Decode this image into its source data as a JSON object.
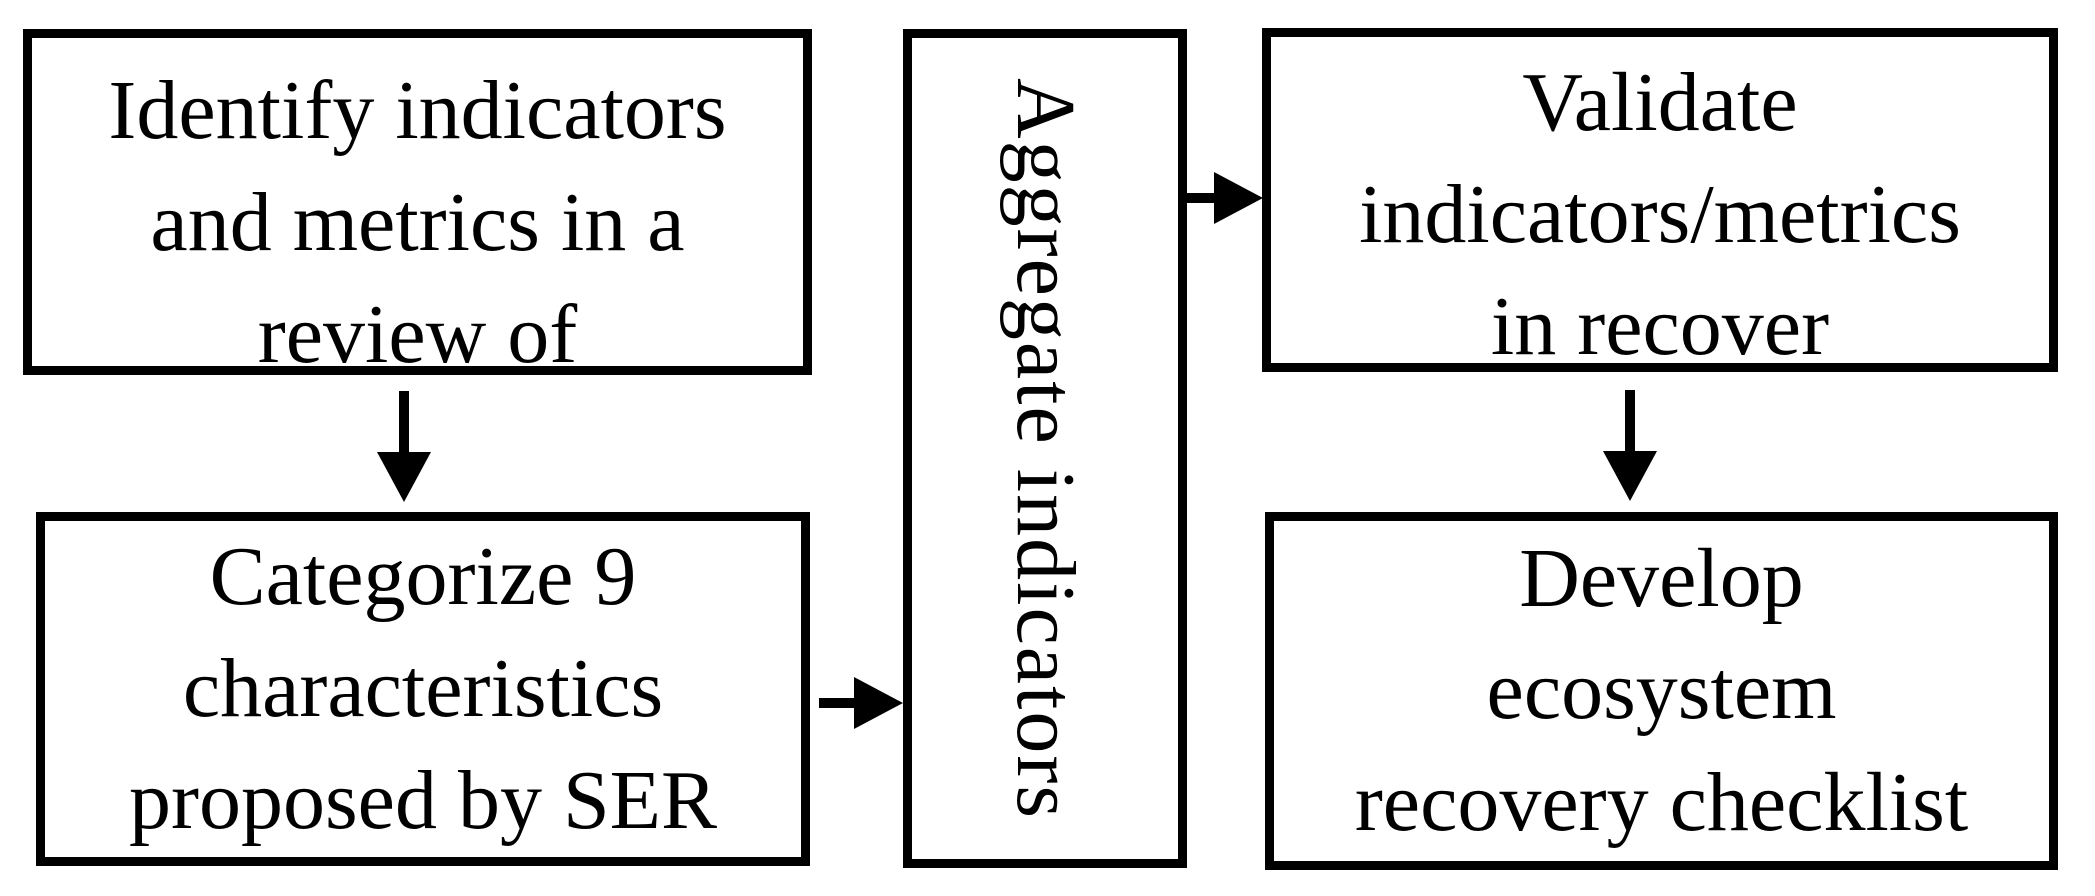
{
  "diagram": {
    "type": "flowchart",
    "background_color": "#ffffff",
    "line_color": "#000000",
    "text_color": "#000000",
    "boxes": [
      {
        "id": "identify",
        "text": "Identify indicators and metrics in a review of",
        "lines": [
          "Identify indicators",
          "and metrics in a",
          "review of"
        ],
        "note": "third line clipped by box bottom edge"
      },
      {
        "id": "categorize",
        "text": "Categorize 9 characteristics proposed by SER",
        "lines": [
          "Categorize 9",
          "characteristics",
          "proposed by SER"
        ]
      },
      {
        "id": "aggregate",
        "text": "Aggregate indicators",
        "lines": [
          "Aggregate indicators"
        ],
        "orientation": "rotated-90-clockwise"
      },
      {
        "id": "validate",
        "text": "Validate indicators/metrics in recover",
        "lines": [
          "Validate",
          "indicators/metrics",
          "in recover"
        ],
        "note": "third line clipped by box bottom edge"
      },
      {
        "id": "develop",
        "text": "Develop ecosystem recovery checklist",
        "lines": [
          "Develop",
          "ecosystem",
          "recovery checklist"
        ]
      }
    ],
    "arrows": [
      {
        "from": "identify",
        "to": "categorize",
        "direction": "down"
      },
      {
        "from": "categorize",
        "to": "aggregate",
        "direction": "right"
      },
      {
        "from": "aggregate",
        "to": "validate",
        "direction": "right"
      },
      {
        "from": "validate",
        "to": "develop",
        "direction": "down"
      }
    ]
  }
}
